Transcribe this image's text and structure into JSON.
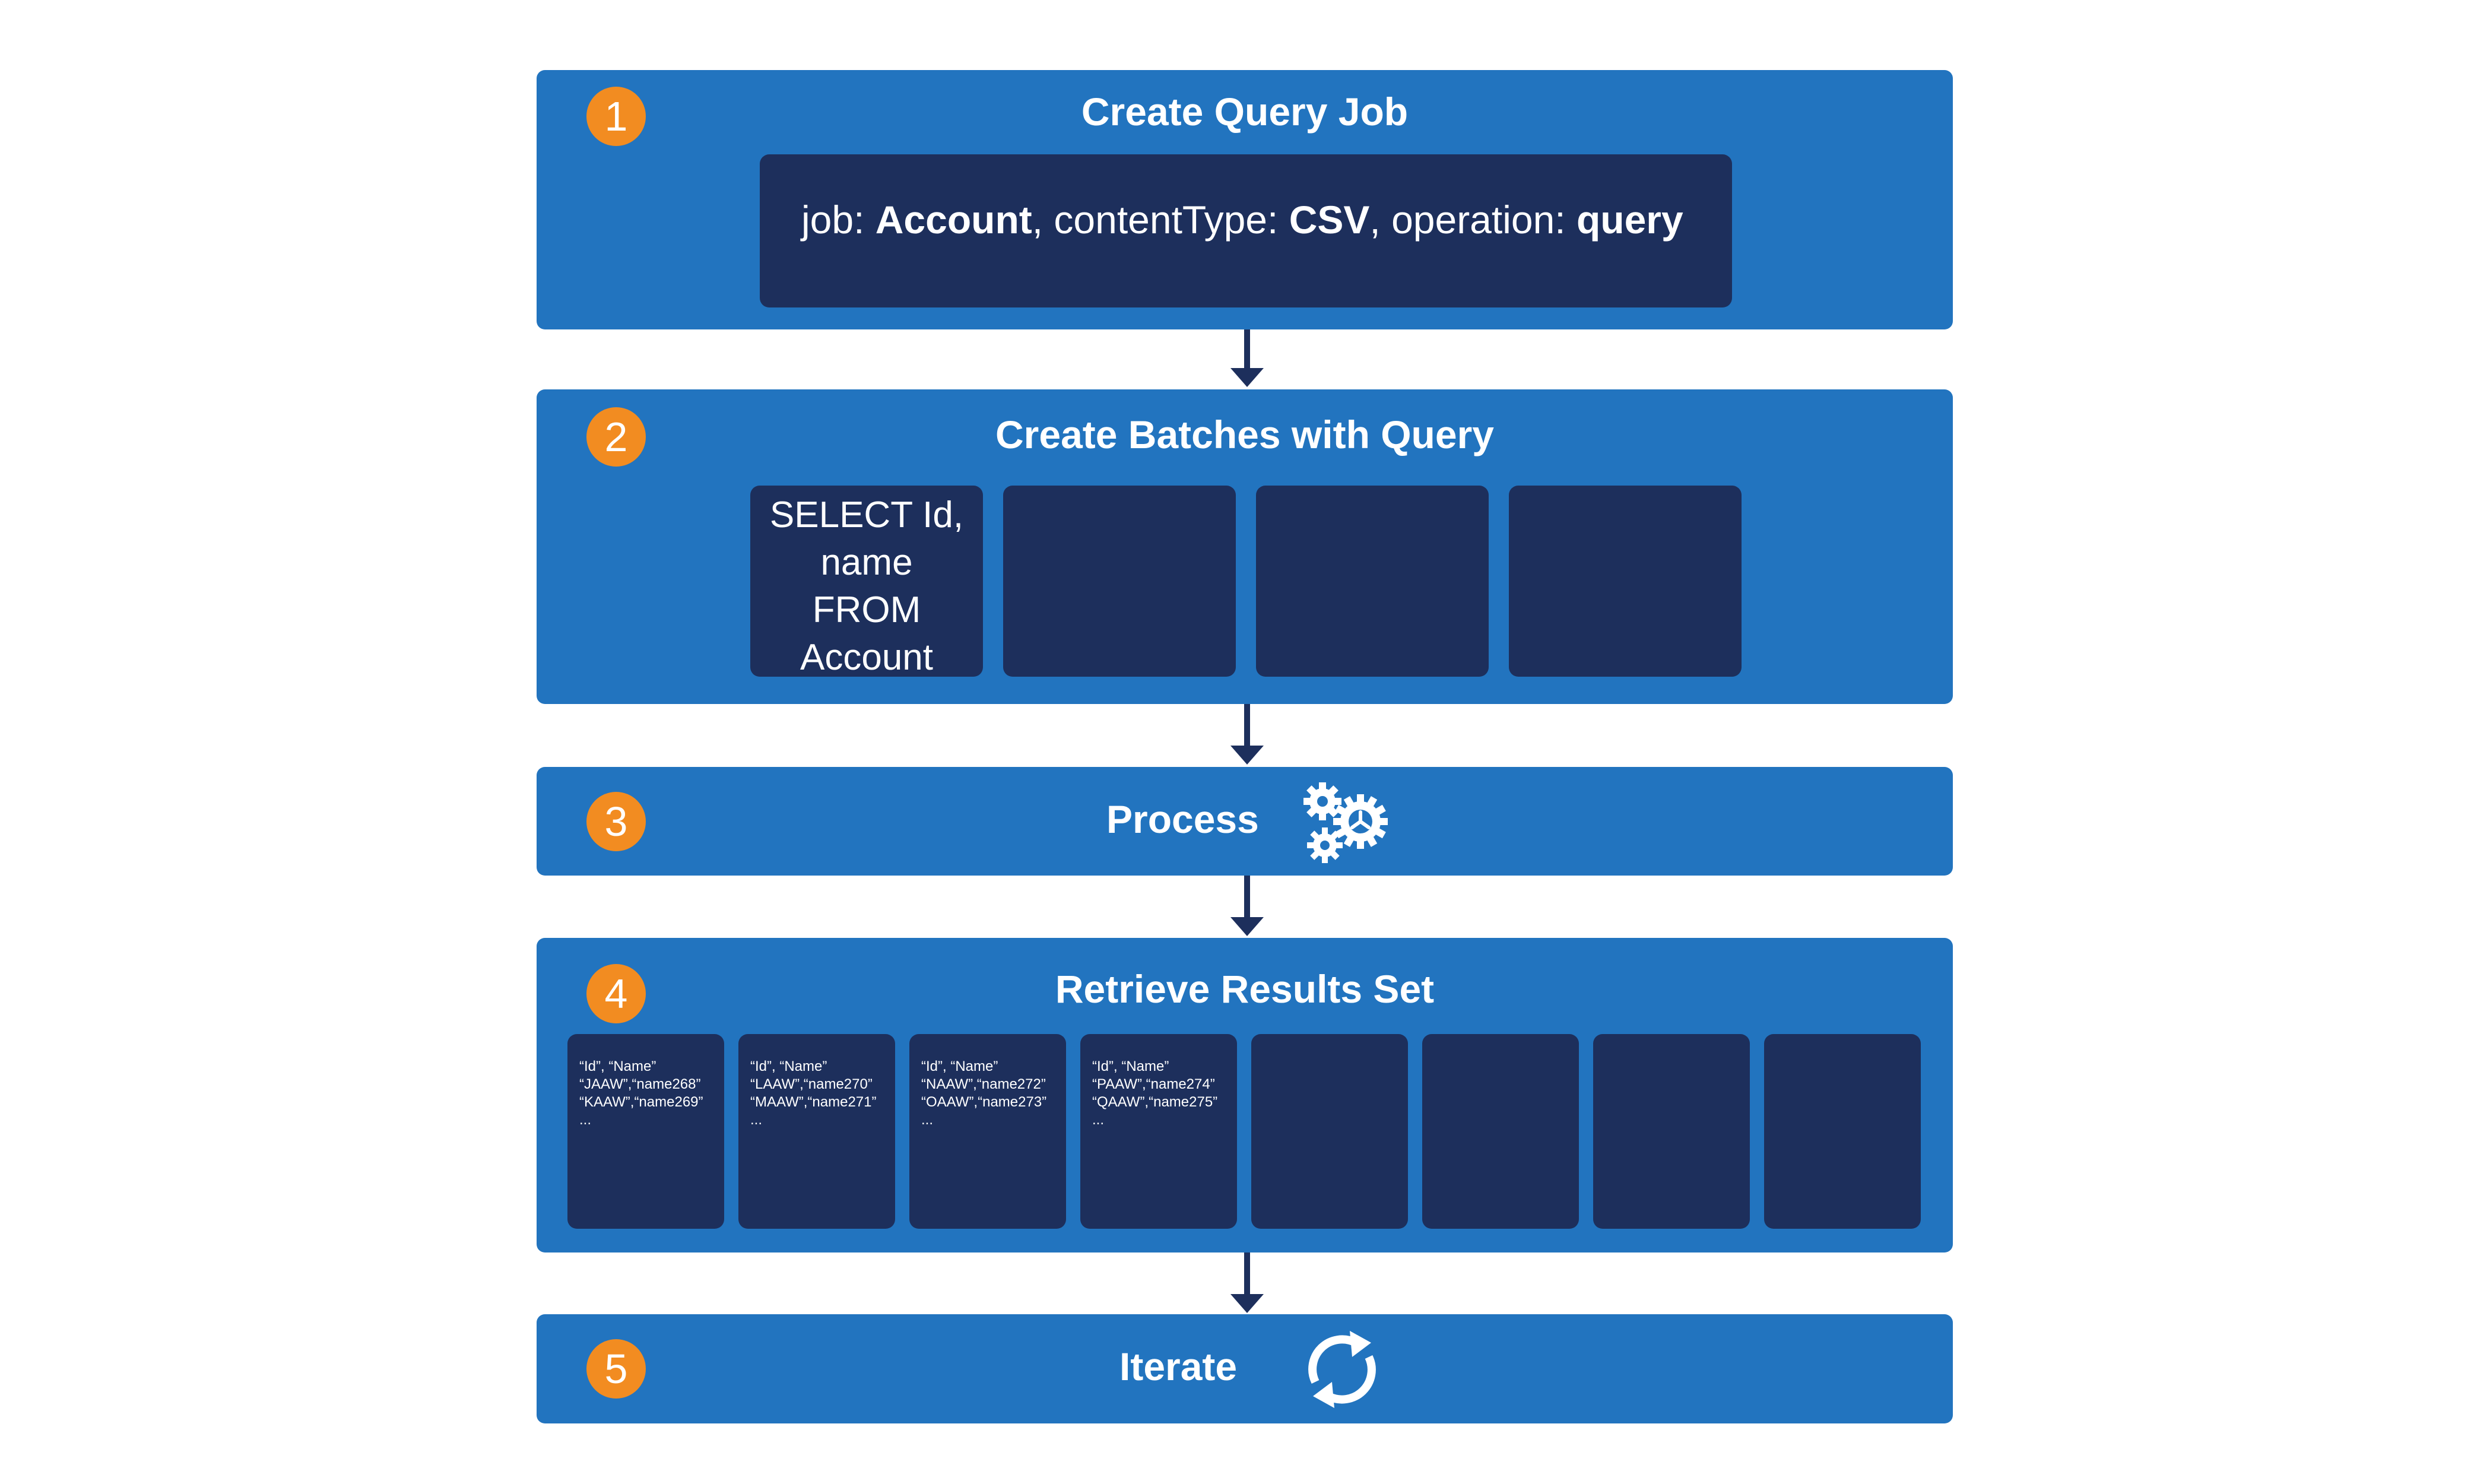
{
  "steps": [
    {
      "number": "1",
      "title": "Create Query Job"
    },
    {
      "number": "2",
      "title": "Create Batches with Query"
    },
    {
      "number": "3",
      "title": "Process"
    },
    {
      "number": "4",
      "title": "Retrieve Results Set"
    },
    {
      "number": "5",
      "title": "Iterate"
    }
  ],
  "job": {
    "job_label": "job: ",
    "job_value": "Account",
    "content_label": ", contentType: ",
    "content_value": "CSV",
    "operation_label": ", operation: ",
    "operation_value": "query"
  },
  "batches": [
    {
      "query": "SELECT Id,\nname\nFROM\nAccount"
    },
    {
      "query": ""
    },
    {
      "query": ""
    },
    {
      "query": ""
    }
  ],
  "results": [
    {
      "text": "“Id”, “Name”\n“JAAW”,“name268”\n“KAAW”,“name269”\n..."
    },
    {
      "text": "“Id”, “Name”\n“LAAW”,“name270”\n“MAAW”,“name271”\n..."
    },
    {
      "text": "“Id”, “Name”\n“NAAW”,“name272”\n“OAAW”,“name273”\n..."
    },
    {
      "text": "“Id”, “Name”\n“PAAW”,“name274”\n“QAAW”,“name275”\n..."
    },
    {
      "text": ""
    },
    {
      "text": ""
    },
    {
      "text": ""
    },
    {
      "text": ""
    }
  ],
  "icons": {
    "process": "gears-icon",
    "iterate": "refresh-cycle-icon"
  },
  "colors": {
    "step_panel": "#2274bf",
    "dark_box": "#1d2f5c",
    "badge": "#f28c21",
    "text": "#ffffff"
  }
}
